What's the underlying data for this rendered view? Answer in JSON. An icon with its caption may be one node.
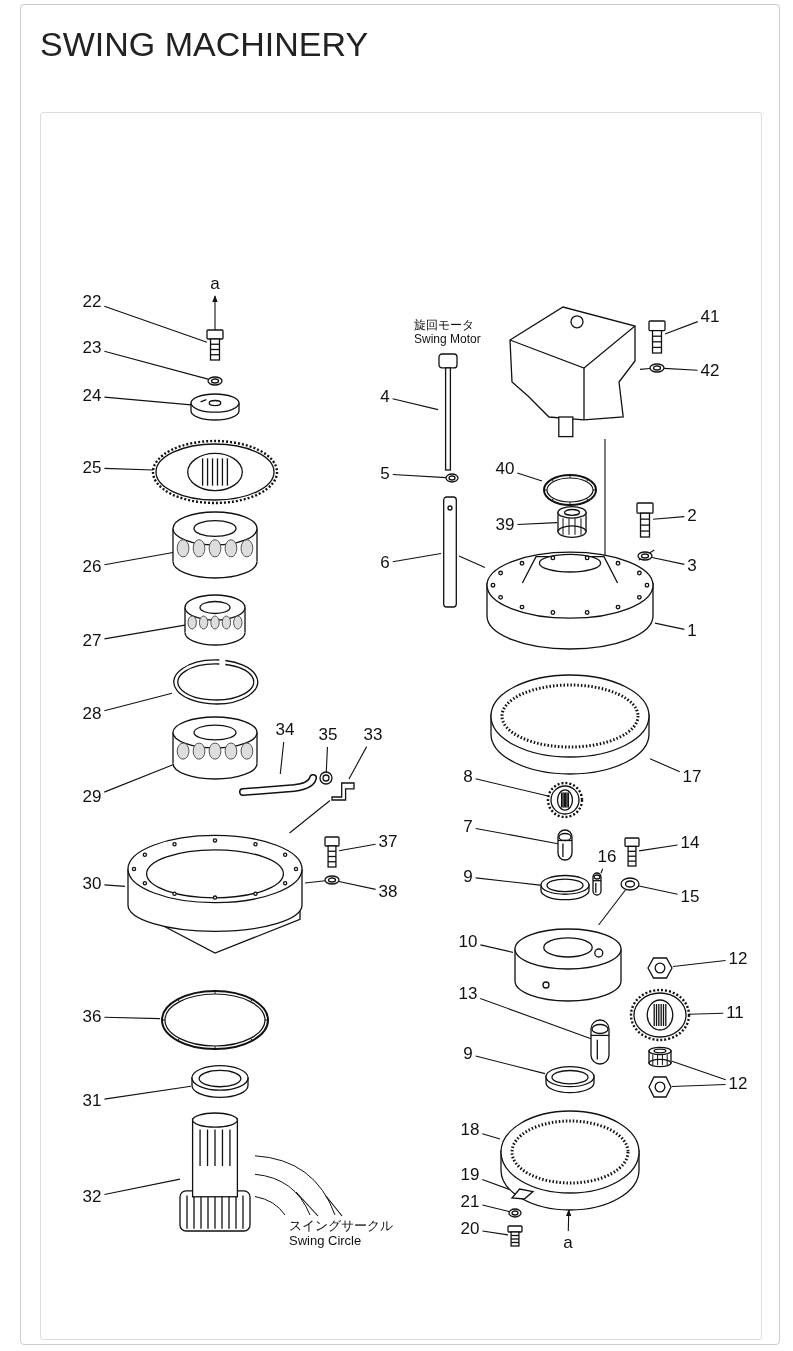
{
  "diagram": {
    "title": "SWING MACHINERY",
    "nodes": [
      {
        "text": [
          "a"
        ]
      },
      {
        "text": [],
        "shape": "picture"
      },
      {
        "text": [
          "22"
        ]
      },
      {
        "text": [],
        "shape": "picture"
      },
      {
        "text": [
          "23"
        ]
      },
      {
        "text": [],
        "shape": "picture"
      },
      {
        "text": [
          "24"
        ]
      },
      {
        "text": [],
        "shape": "picture"
      },
      {
        "text": [
          "25"
        ]
      },
      {
        "text": [],
        "shape": "picture"
      },
      {
        "text": [
          "26"
        ]
      },
      {
        "text": [],
        "shape": "picture"
      },
      {
        "text": [
          "27"
        ]
      },
      {
        "text": [],
        "shape": "picture"
      },
      {
        "text": [
          "28"
        ]
      },
      {
        "text": [],
        "shape": "picture"
      },
      {
        "text": [
          "29"
        ]
      },
      {
        "text": [],
        "shape": "picture"
      },
      {
        "text": [
          "34"
        ]
      },
      {
        "text": [],
        "shape": "picture"
      },
      {
        "text": [
          "35"
        ]
      },
      {
        "text": [],
        "shape": "picture"
      },
      {
        "text": [
          "33"
        ]
      },
      {
        "text": [],
        "shape": "picture"
      },
      {
        "text": [
          "30"
        ]
      },
      {
        "text": [],
        "shape": "picture"
      },
      {
        "text": [
          "37"
        ]
      },
      {
        "text": [],
        "shape": "picture"
      },
      {
        "text": [
          "38"
        ]
      },
      {
        "text": [],
        "shape": "picture"
      },
      {
        "text": [
          "36"
        ]
      },
      {
        "text": [],
        "shape": "picture"
      },
      {
        "text": [
          "31"
        ]
      },
      {
        "text": [],
        "shape": "picture"
      },
      {
        "text": [
          "32"
        ]
      },
      {
        "text": [],
        "shape": "picture"
      },
      {
        "text": [
          "スイングサークル Swing Circle"
        ]
      },
      {
        "text": [],
        "shape": "picture"
      },
      {
        "text": [],
        "shape": "picture"
      },
      {
        "text": [
          "41"
        ]
      },
      {
        "text": [],
        "shape": "picture"
      },
      {
        "text": [
          "42"
        ]
      },
      {
        "text": [],
        "shape": "picture"
      },
      {
        "text": [
          "4"
        ]
      },
      {
        "text": [],
        "shape": "picture"
      },
      {
        "text": [
          "5"
        ]
      },
      {
        "text": [],
        "shape": "picture"
      },
      {
        "text": [
          "40"
        ]
      },
      {
        "text": [],
        "shape": "picture"
      },
      {
        "text": [
          "6"
        ]
      },
      {
        "text": [],
        "shape": "picture"
      },
      {
        "text": [
          "39"
        ]
      },
      {
        "text": [],
        "shape": "picture"
      },
      {
        "text": [
          "2"
        ]
      },
      {
        "text": [],
        "shape": "picture"
      },
      {
        "text": [
          "3"
        ]
      },
      {
        "text": [],
        "shape": "picture"
      },
      {
        "text": [
          "1"
        ]
      },
      {
        "text": [],
        "shape": "picture"
      },
      {
        "text": [
          "17"
        ]
      },
      {
        "text": [],
        "shape": "picture"
      },
      {
        "text": [
          "8"
        ]
      },
      {
        "text": [],
        "shape": "picture"
      },
      {
        "text": [
          "7"
        ]
      },
      {
        "text": [],
        "shape": "picture"
      },
      {
        "text": [
          "16"
        ]
      },
      {
        "text": [],
        "shape": "picture"
      },
      {
        "text": [
          "14"
        ]
      },
      {
        "text": [],
        "shape": "picture"
      },
      {
        "text": [
          "15"
        ]
      },
      {
        "text": [],
        "shape": "picture"
      },
      {
        "text": [
          "9"
        ]
      },
      {
        "text": [],
        "shape": "picture"
      },
      {
        "text": [
          "10"
        ]
      },
      {
        "text": [],
        "shape": "picture"
      },
      {
        "text": [
          "12"
        ]
      },
      {
        "text": [],
        "shape": "picture"
      },
      {
        "text": [
          "11"
        ]
      },
      {
        "text": [],
        "shape": "picture"
      },
      {
        "text": [
          "13"
        ]
      },
      {
        "text": [],
        "shape": "picture"
      },
      {
        "text": [],
        "shape": "picture"
      },
      {
        "text": [
          "12"
        ]
      },
      {
        "text": [],
        "shape": "picture"
      },
      {
        "text": [
          "9"
        ]
      },
      {
        "text": [],
        "shape": "picture"
      },
      {
        "text": [
          "18"
        ]
      },
      {
        "text": [],
        "shape": "picture"
      },
      {
        "text": [
          "19"
        ]
      },
      {
        "text": [],
        "shape": "picture"
      },
      {
        "text": [
          "21"
        ]
      },
      {
        "text": [],
        "shape": "picture"
      },
      {
        "text": [
          "20"
        ]
      },
      {
        "text": [
          "a"
        ]
      }
    ],
    "edges": [
      {
        "from": 1,
        "to": 0,
        "arrow": "to"
      },
      {
        "from": 2,
        "to": 1,
        "arrow": "none"
      },
      {
        "from": 4,
        "to": 3,
        "arrow": "none"
      },
      {
        "from": 6,
        "to": 5,
        "arrow": "none"
      },
      {
        "from": 8,
        "to": 7,
        "arrow": "none"
      },
      {
        "from": 10,
        "to": 9,
        "arrow": "none"
      },
      {
        "from": 12,
        "to": 11,
        "arrow": "none"
      },
      {
        "from": 14,
        "to": 13,
        "arrow": "none"
      },
      {
        "from": 16,
        "to": 15,
        "arrow": "none"
      },
      {
        "from": 18,
        "to": 17,
        "arrow": "none"
      },
      {
        "from": 20,
        "to": 19,
        "arrow": "none"
      },
      {
        "from": 22,
        "to": 21,
        "arrow": "none"
      },
      {
        "from": 24,
        "to": 23,
        "arrow": "none"
      },
      {
        "from": 26,
        "to": 25,
        "arrow": "none"
      },
      {
        "from": 28,
        "to": 27,
        "arrow": "none"
      },
      {
        "from": 30,
        "to": 29,
        "arrow": "none"
      },
      {
        "from": 32,
        "to": 31,
        "arrow": "none"
      },
      {
        "from": 34,
        "to": 33,
        "arrow": "none"
      },
      {
        "from": 36,
        "to": 35,
        "arrow": "none"
      },
      {
        "from": 36,
        "to": 35,
        "arrow": "none"
      },
      {
        "from": 39,
        "to": 38,
        "arrow": "none"
      },
      {
        "from": 41,
        "to": 40,
        "arrow": "none"
      },
      {
        "from": 43,
        "to": 42,
        "arrow": "none"
      },
      {
        "from": 45,
        "to": 44,
        "arrow": "none"
      },
      {
        "from": 47,
        "to": 46,
        "arrow": "none"
      },
      {
        "from": 49,
        "to": 48,
        "arrow": "none"
      },
      {
        "from": 51,
        "to": 50,
        "arrow": "none"
      },
      {
        "from": 53,
        "to": 52,
        "arrow": "none"
      },
      {
        "from": 55,
        "to": 54,
        "arrow": "none"
      },
      {
        "from": 57,
        "to": 56,
        "arrow": "none"
      },
      {
        "from": 59,
        "to": 58,
        "arrow": "none"
      },
      {
        "from": 61,
        "to": 60,
        "arrow": "none"
      },
      {
        "from": 63,
        "to": 62,
        "arrow": "none"
      },
      {
        "from": 65,
        "to": 64,
        "arrow": "none"
      },
      {
        "from": 67,
        "to": 66,
        "arrow": "none"
      },
      {
        "from": 69,
        "to": 68,
        "arrow": "none"
      },
      {
        "from": 71,
        "to": 70,
        "arrow": "none"
      },
      {
        "from": 73,
        "to": 72,
        "arrow": "none"
      },
      {
        "from": 75,
        "to": 74,
        "arrow": "none"
      },
      {
        "from": 77,
        "to": 76,
        "arrow": "none"
      },
      {
        "from": 79,
        "to": 78,
        "arrow": "none"
      },
      {
        "from": 82,
        "to": 80,
        "arrow": "none"
      },
      {
        "from": 82,
        "to": 81,
        "arrow": "none"
      },
      {
        "from": 84,
        "to": 83,
        "arrow": "none"
      },
      {
        "from": 86,
        "to": 85,
        "arrow": "none"
      },
      {
        "from": 88,
        "to": 87,
        "arrow": "none"
      },
      {
        "from": 90,
        "to": 89,
        "arrow": "none"
      },
      {
        "from": 92,
        "to": 91,
        "arrow": "none"
      },
      {
        "from": 93,
        "to": 85,
        "arrow": "to"
      },
      {
        "from": 48,
        "to": 56,
        "arrow": "none"
      },
      {
        "from": 37,
        "to": 56,
        "arrow": "none"
      },
      {
        "from": 40,
        "to": 37,
        "arrow": "none"
      },
      {
        "from": 54,
        "to": 56,
        "arrow": "none"
      },
      {
        "from": 27,
        "to": 23,
        "arrow": "none"
      },
      {
        "from": 21,
        "to": 23,
        "arrow": "none"
      },
      {
        "from": 68,
        "to": 72,
        "arrow": "none"
      }
    ],
    "labels": [
      "旋回モータ Swing Motor"
    ]
  }
}
